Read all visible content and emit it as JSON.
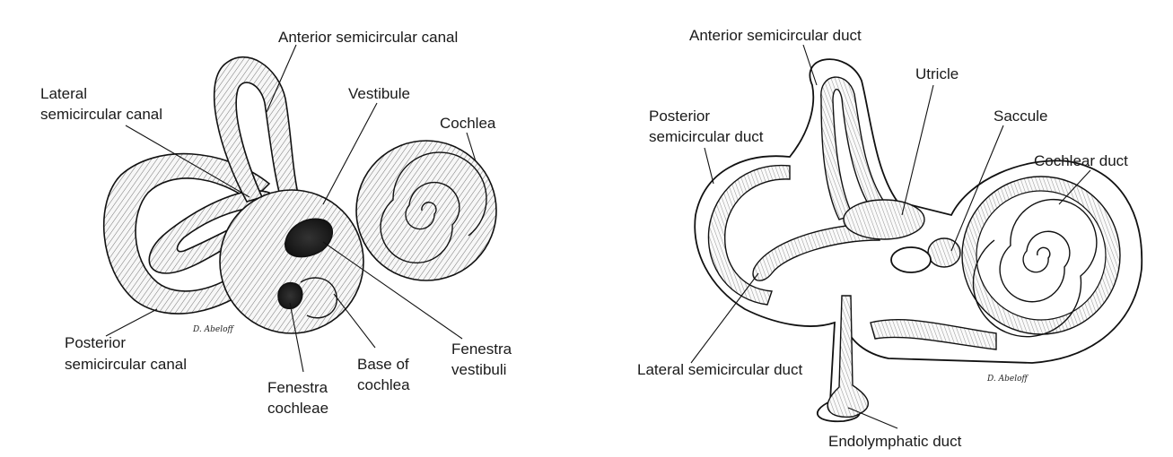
{
  "left_figure": {
    "labels": {
      "anterior_canal": "Anterior semicircular canal",
      "lateral_canal_line1": "Lateral",
      "lateral_canal_line2": "semicircular canal",
      "vestibule": "Vestibule",
      "cochlea": "Cochlea",
      "posterior_canal_line1": "Posterior",
      "posterior_canal_line2": "semicircular canal",
      "fenestra_cochleae_line1": "Fenestra",
      "fenestra_cochleae_line2": "cochleae",
      "base_cochlea_line1": "Base of",
      "base_cochlea_line2": "cochlea",
      "fenestra_vestibuli_line1": "Fenestra",
      "fenestra_vestibuli_line2": "vestibuli"
    },
    "signature": "D. Abeloff"
  },
  "right_figure": {
    "labels": {
      "anterior_duct": "Anterior semicircular duct",
      "utricle": "Utricle",
      "posterior_duct_line1": "Posterior",
      "posterior_duct_line2": "semicircular duct",
      "saccule": "Saccule",
      "cochlear_duct": "Cochlear duct",
      "lateral_duct": "Lateral semicircular duct",
      "endolymphatic_duct": "Endolymphatic duct"
    },
    "signature": "D. Abeloff"
  }
}
